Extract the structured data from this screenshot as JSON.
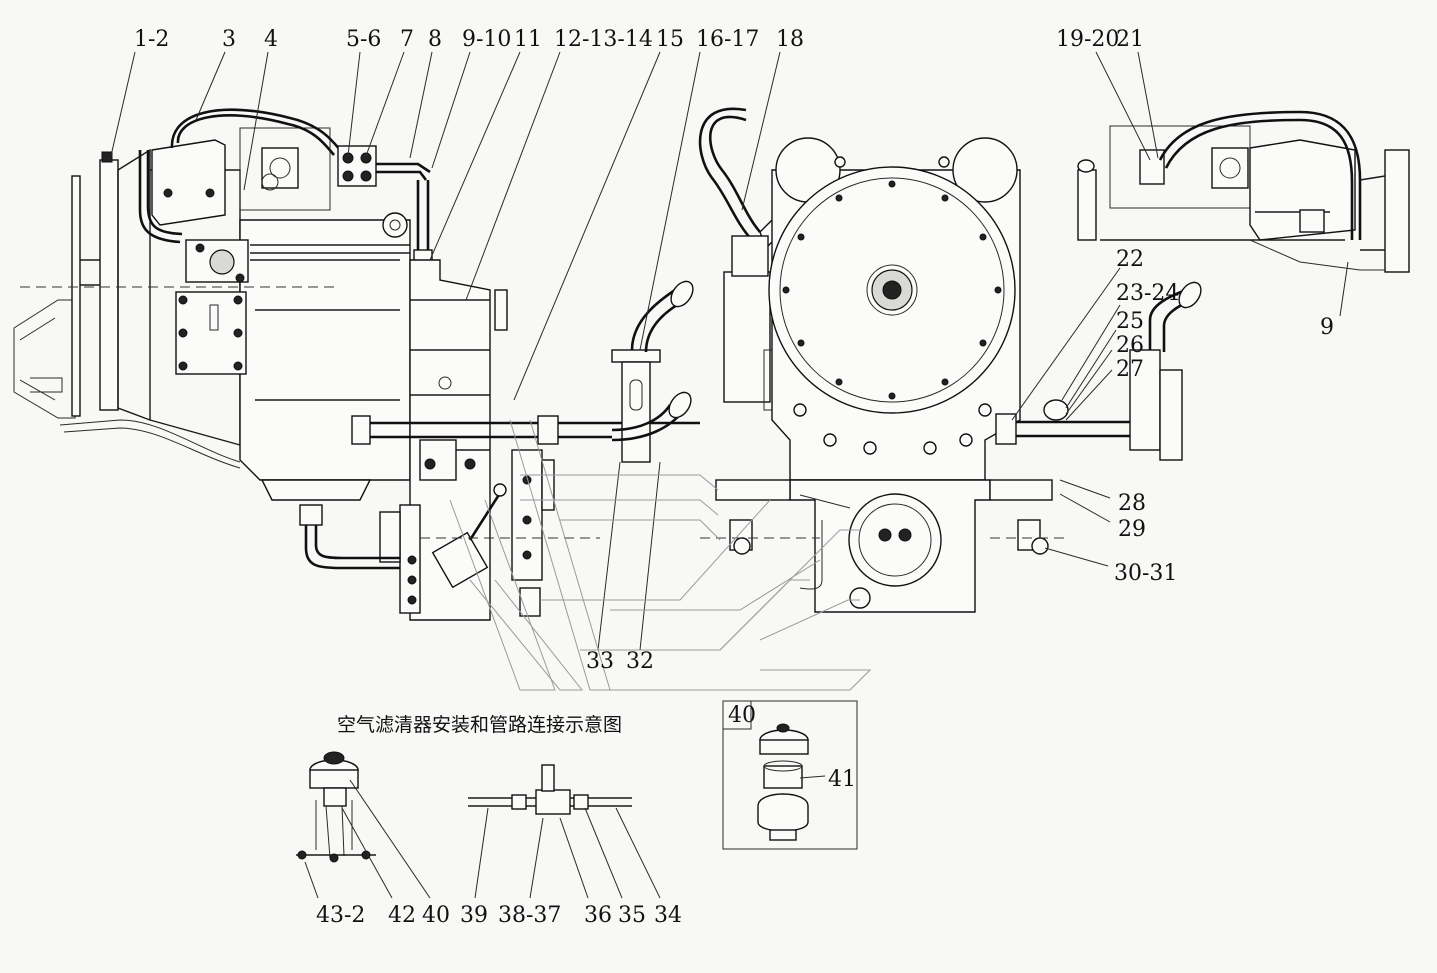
{
  "caption": "空气滤清器安装和管路连接示意图",
  "detail_box_label": "40",
  "callouts": [
    {
      "id": "c-1-2",
      "text": "1-2"
    },
    {
      "id": "c-3",
      "text": "3"
    },
    {
      "id": "c-4",
      "text": "4"
    },
    {
      "id": "c-5-6",
      "text": "5-6"
    },
    {
      "id": "c-7",
      "text": "7"
    },
    {
      "id": "c-8",
      "text": "8"
    },
    {
      "id": "c-9-10",
      "text": "9-10"
    },
    {
      "id": "c-11",
      "text": "11"
    },
    {
      "id": "c-12-13-14",
      "text": "12-13-14"
    },
    {
      "id": "c-15",
      "text": "15"
    },
    {
      "id": "c-16-17",
      "text": "16-17"
    },
    {
      "id": "c-18",
      "text": "18"
    },
    {
      "id": "c-19-20",
      "text": "19-20"
    },
    {
      "id": "c-21",
      "text": "21"
    },
    {
      "id": "c-22",
      "text": "22"
    },
    {
      "id": "c-9b",
      "text": "9"
    },
    {
      "id": "c-23-24",
      "text": "23-24"
    },
    {
      "id": "c-25",
      "text": "25"
    },
    {
      "id": "c-26",
      "text": "26"
    },
    {
      "id": "c-27",
      "text": "27"
    },
    {
      "id": "c-28",
      "text": "28"
    },
    {
      "id": "c-29",
      "text": "29"
    },
    {
      "id": "c-30-31",
      "text": "30-31"
    },
    {
      "id": "c-33",
      "text": "33"
    },
    {
      "id": "c-32",
      "text": "32"
    },
    {
      "id": "c-41",
      "text": "41"
    },
    {
      "id": "c-43-2",
      "text": "43-2"
    },
    {
      "id": "c-42",
      "text": "42"
    },
    {
      "id": "c-40",
      "text": "40"
    },
    {
      "id": "c-39",
      "text": "39"
    },
    {
      "id": "c-38-37",
      "text": "38-37"
    },
    {
      "id": "c-36",
      "text": "36"
    },
    {
      "id": "c-35",
      "text": "35"
    },
    {
      "id": "c-34",
      "text": "34"
    }
  ]
}
